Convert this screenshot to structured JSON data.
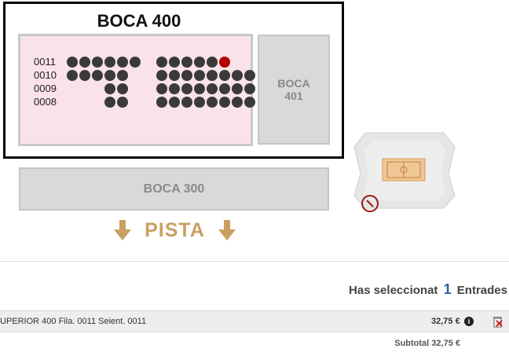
{
  "map": {
    "boca400": {
      "title": "BOCA 400",
      "rows": [
        {
          "label": "0011",
          "seats": [
            {
              "status": "occupied"
            },
            {
              "status": "occupied"
            },
            {
              "status": "occupied"
            },
            {
              "status": "occupied"
            },
            {
              "status": "occupied"
            },
            {
              "status": "occupied"
            },
            {
              "status": "occupied"
            },
            {
              "status": "occupied"
            },
            {
              "status": "occupied"
            },
            {
              "status": "occupied"
            },
            {
              "status": "occupied"
            },
            {
              "status": "selected"
            }
          ]
        },
        {
          "label": "0010",
          "seats": [
            {
              "status": "occupied"
            },
            {
              "status": "occupied"
            },
            {
              "status": "occupied"
            },
            {
              "status": "occupied"
            },
            {
              "status": "occupied"
            },
            {
              "status": "occupied"
            },
            {
              "status": "occupied"
            },
            {
              "status": "occupied"
            },
            {
              "status": "occupied"
            },
            {
              "status": "occupied"
            },
            {
              "status": "occupied"
            },
            {
              "status": "occupied"
            },
            {
              "status": "occupied"
            }
          ]
        },
        {
          "label": "0009",
          "seats": [
            {
              "status": "occupied"
            },
            {
              "status": "occupied"
            },
            {
              "status": "occupied"
            },
            {
              "status": "occupied"
            },
            {
              "status": "occupied"
            },
            {
              "status": "occupied"
            },
            {
              "status": "occupied"
            },
            {
              "status": "occupied"
            },
            {
              "status": "occupied"
            },
            {
              "status": "occupied"
            }
          ]
        },
        {
          "label": "0008",
          "seats": [
            {
              "status": "occupied"
            },
            {
              "status": "occupied"
            },
            {
              "status": "occupied"
            },
            {
              "status": "occupied"
            },
            {
              "status": "occupied"
            },
            {
              "status": "occupied"
            },
            {
              "status": "occupied"
            },
            {
              "status": "occupied"
            },
            {
              "status": "occupied"
            },
            {
              "status": "occupied"
            }
          ]
        }
      ]
    },
    "boca401": {
      "line1": "BOCA",
      "line2": "401"
    },
    "boca300": "BOCA 300",
    "pista": "PISTA",
    "colors": {
      "seat_occupied": "#3a3a3a",
      "seat_selected": "#b30000",
      "area_bg": "#f9e2e8",
      "accent": "#c9a060"
    }
  },
  "selection": {
    "prefix": "Has seleccionat",
    "count": "1",
    "suffix": "Entrades"
  },
  "ticket": {
    "description": "UPERIOR   400   Fila. 0011   Seient. 0011",
    "price": "32,75 €"
  },
  "subtotal": "Subtotal 32,75 €"
}
